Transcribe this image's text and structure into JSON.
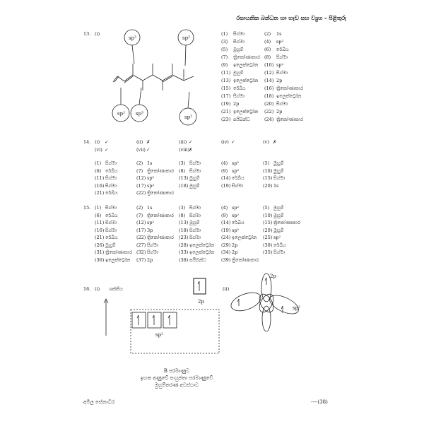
{
  "header": {
    "title": "රසායනික බන්ධන හා හැඩ සහ ව්‍යුහ - පිළිතුරු"
  },
  "q13": {
    "num": "13.",
    "sub": "(i)",
    "labels": {
      "sp3a": "sp³",
      "sp3b": "sp³",
      "sp2a": "sp²",
      "sp3c": "sp³",
      "sp3d": "sp³"
    },
    "answers": [
      [
        "(1)",
        "සිග්මා",
        "(2)",
        "1s"
      ],
      [
        "(3)",
        "සිග්මා",
        "(4)",
        "sp²"
      ],
      [
        "(5)",
        "මුහුම්",
        "(6)",
        "රේඛීය"
      ],
      [
        "(7)",
        "ත්‍රිකෝණාකාර",
        "(8)",
        "සිග්මා"
      ],
      [
        "(9)",
        "ඉලෙක්ට්‍රෝන",
        "(10)",
        "sp²"
      ],
      [
        "(11)",
        "මුහුම්",
        "(12)",
        "සිග්මා"
      ],
      [
        "(13)",
        "ඉලෙක්ට්‍රෝන",
        "(14)",
        "2p"
      ],
      [
        "(15)",
        "රේඛීය",
        "(16)",
        "ත්‍රිකෝණාකාර"
      ],
      [
        "(17)",
        "සිග්මා",
        "(18)",
        "ඉලෙක්ට්‍රෝන"
      ],
      [
        "(19)",
        "2p",
        "(20)",
        "සිග්මා"
      ],
      [
        "(21)",
        "ඉලෙක්ට්‍රෝන",
        "(22)",
        "2p"
      ],
      [
        "(23)",
        "පයිබන්ධ",
        "(24)",
        "ත්‍රිකෝණාකාර"
      ]
    ]
  },
  "q14": {
    "num": "14.",
    "marks_row1": [
      [
        "(i)",
        "✓"
      ],
      [
        "(ii)",
        "✗"
      ],
      [
        "(iii)",
        "✓"
      ],
      [
        "(iv)",
        "✓"
      ],
      [
        "(v)",
        "✗"
      ]
    ],
    "marks_row2": [
      [
        "(vi)",
        "✓"
      ],
      [
        "(vii)",
        "✓"
      ],
      [
        "(viii)",
        "✗"
      ]
    ],
    "answers": [
      [
        [
          "(1)",
          "සිග්මා"
        ],
        [
          "(2)",
          "1s"
        ],
        [
          "(3)",
          "සිග්මා"
        ],
        [
          "(4)",
          "sp²"
        ],
        [
          "(5)",
          "මුහුම්"
        ]
      ],
      [
        [
          "(6)",
          "රේඛීය"
        ],
        [
          "(7)",
          "ත්‍රිකෝණාකාර"
        ],
        [
          "(8)",
          "සිග්මා"
        ],
        [
          "(9)",
          "sp²"
        ],
        [
          "(10)",
          "මුහුම්"
        ]
      ],
      [
        [
          "(11)",
          "සිග්මා"
        ],
        [
          "(12)",
          "sp²"
        ],
        [
          "(13)",
          "මුහුම්"
        ],
        [
          "(14)",
          "රේඛීය"
        ],
        [
          "(15)",
          "සිග්මා"
        ]
      ],
      [
        [
          "(16)",
          "සිග්මා"
        ],
        [
          "(17)",
          "sp²"
        ],
        [
          "(18)",
          "මුහුම්"
        ],
        [
          "(19)",
          "සිග්මා"
        ],
        [
          "(20)",
          "1s"
        ]
      ],
      [
        [
          "(21)",
          "රේඛීය"
        ],
        [
          "(22)",
          "ත්‍රිකෝණාකාර"
        ],
        [
          "",
          ""
        ],
        [
          "",
          ""
        ],
        [
          "",
          ""
        ]
      ]
    ]
  },
  "q15": {
    "num": "15.",
    "answers": [
      [
        [
          "(1)",
          "සිග්මා"
        ],
        [
          "(2)",
          "1s"
        ],
        [
          "(3)",
          "සිග්මා"
        ],
        [
          "(4)",
          "sp²"
        ],
        [
          "(5)",
          "මුහුම්"
        ]
      ],
      [
        [
          "(6)",
          "රේඛීය"
        ],
        [
          "(7)",
          "ත්‍රිකෝණාකාර"
        ],
        [
          "(8)",
          "සිග්මා"
        ],
        [
          "(9)",
          "sp²"
        ],
        [
          "(10)",
          "මුහුම්"
        ]
      ],
      [
        [
          "(11)",
          "සිග්මා"
        ],
        [
          "(12)",
          "sp²"
        ],
        [
          "(13)",
          "මුහුම්"
        ],
        [
          "(14)",
          "රේඛීය"
        ],
        [
          "(15)",
          "ත්‍රිකෝණාකාර"
        ]
      ],
      [
        [
          "(16)",
          "සිග්මා"
        ],
        [
          "(17)",
          "3p"
        ],
        [
          "(18)",
          "සිග්මා"
        ],
        [
          "(19)",
          "sp²"
        ],
        [
          "(20)",
          "මුහුම්"
        ]
      ],
      [
        [
          "(21)",
          "රේඛීය"
        ],
        [
          "(22)",
          "ත්‍රිකෝණාකාර"
        ],
        [
          "(23)",
          "සිග්මා"
        ],
        [
          "(24)",
          "ඉලෙක්ට්‍රෝන"
        ],
        [
          "(25)",
          "sp²"
        ]
      ],
      [
        [
          "(26)",
          "මුහුම්"
        ],
        [
          "(27)",
          "සිග්මා"
        ],
        [
          "(28)",
          "ඉලෙක්ට්‍රෝන"
        ],
        [
          "(29)",
          "2p"
        ],
        [
          "(30)",
          "රේඛීය"
        ]
      ],
      [
        [
          "(31)",
          "ත්‍රිකෝණාකාර"
        ],
        [
          "(32)",
          "සිග්මා"
        ],
        [
          "(33)",
          "ඉලෙක්ට්‍රෝන"
        ],
        [
          "(34)",
          "2p"
        ],
        [
          "(35)",
          "සිග්මා"
        ]
      ],
      [
        [
          "(36)",
          "ඉලෙක්ට්‍රෝන"
        ],
        [
          "(37)",
          "2p"
        ],
        [
          "(38)",
          "පයිබන්ධ"
        ],
        [
          "(39)",
          "ත්‍රිකෝණාකාර"
        ],
        [
          "",
          ""
        ]
      ]
    ]
  },
  "q16": {
    "num": "16.",
    "sub_i": "(i)",
    "sub_ii": "(ii)",
    "energy_label": "ශක්තිය",
    "sp2_label": "sp²",
    "p2_label": "2p",
    "orb_2p": "2p",
    "orb_sp2": "sp²",
    "caption_line1": "B පරමාණුව",
    "caption_line2": "ඉහත අණුවේ සංයුජතා පරමාණුවේ",
    "caption_line3": "මුහුම්කරණ අවස්ථාව"
  },
  "footer": {
    "left": "අමිල සේනාධීර",
    "right": "----(38)"
  }
}
